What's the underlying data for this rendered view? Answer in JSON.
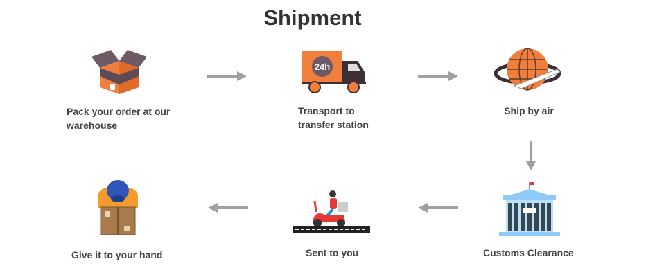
{
  "title": "Shipment",
  "steps": [
    {
      "label_line1": "Pack your order at our",
      "label_line2": "warehouse",
      "icon": "box-icon"
    },
    {
      "label_line1": "Transport to",
      "label_line2": "transfer station",
      "icon": "truck-icon",
      "badge": "24h"
    },
    {
      "label": "Ship by air",
      "icon": "globe-plane-icon"
    },
    {
      "label": "Customs Clearance",
      "icon": "customs-building-icon"
    },
    {
      "label": "Sent to you",
      "icon": "scooter-icon"
    },
    {
      "label": "Give it to your hand",
      "icon": "delivery-person-icon"
    }
  ],
  "colors": {
    "accent": "#F07F3C",
    "dark": "#5E4B56",
    "arrow": "#A0A0A0",
    "text": "#444444"
  }
}
